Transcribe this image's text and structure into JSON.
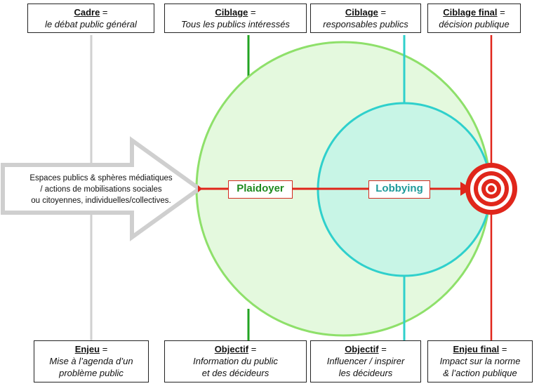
{
  "top_boxes": [
    {
      "title": "Cadre",
      "eq": " =",
      "subtitle": "le débat public général"
    },
    {
      "title": "Ciblage",
      "eq": " =",
      "subtitle": "Tous les publics intéressés"
    },
    {
      "title": "Ciblage",
      "eq": " =",
      "subtitle": "responsables publics"
    },
    {
      "title": "Ciblage final",
      "eq": " =",
      "subtitle": "décision publique"
    }
  ],
  "bottom_boxes": [
    {
      "title": "Enjeu",
      "eq": " =",
      "line1": "Mise à l’agenda d’un",
      "line2": "problème public"
    },
    {
      "title": "Objectif",
      "eq": " =",
      "line1": "Information du public",
      "line2": "et des décideurs"
    },
    {
      "title": "Objectif",
      "eq": " =",
      "line1": "Influencer / inspirer",
      "line2": "les décideurs"
    },
    {
      "title": "Enjeu final",
      "eq": " =",
      "line1": "Impact sur la norme",
      "line2": "& l’action publique"
    }
  ],
  "arrow_text": {
    "line1": "Espaces publics & sphères médiatiques",
    "line2": "/ actions de mobilisations sociales",
    "line3": "ou citoyennes, individuelles/collectives."
  },
  "labels": {
    "plaidoyer": "Plaidoyer",
    "lobbying": "Lobbying"
  },
  "colors": {
    "plaidoyer_line": "#22a322",
    "plaidoyer_fill": "#e4f9de",
    "plaidoyer_stroke": "#8ee06a",
    "lobbying_stroke": "#2fd0cc",
    "lobbying_fill": "#c8f5e6",
    "target_red": "#e0261b",
    "axis_red": "#e0261b",
    "gray_line": "#d0d0d0",
    "plaidoyer_text": "#1f8a1f",
    "lobbying_text": "#1e9a9a"
  }
}
